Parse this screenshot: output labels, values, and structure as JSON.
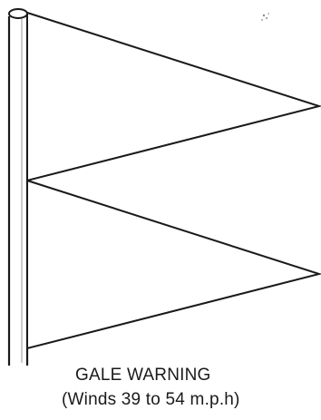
{
  "caption": {
    "title": "GALE WARNING",
    "subtitle": "(Winds 39 to 54 m.p.h)"
  },
  "flags": {
    "count": 2,
    "shape": "triangular pennant",
    "fill": "#ffffff",
    "stroke": "#1a1a1a"
  },
  "pole": {
    "fill": "#ffffff",
    "stroke": "#1a1a1a"
  }
}
